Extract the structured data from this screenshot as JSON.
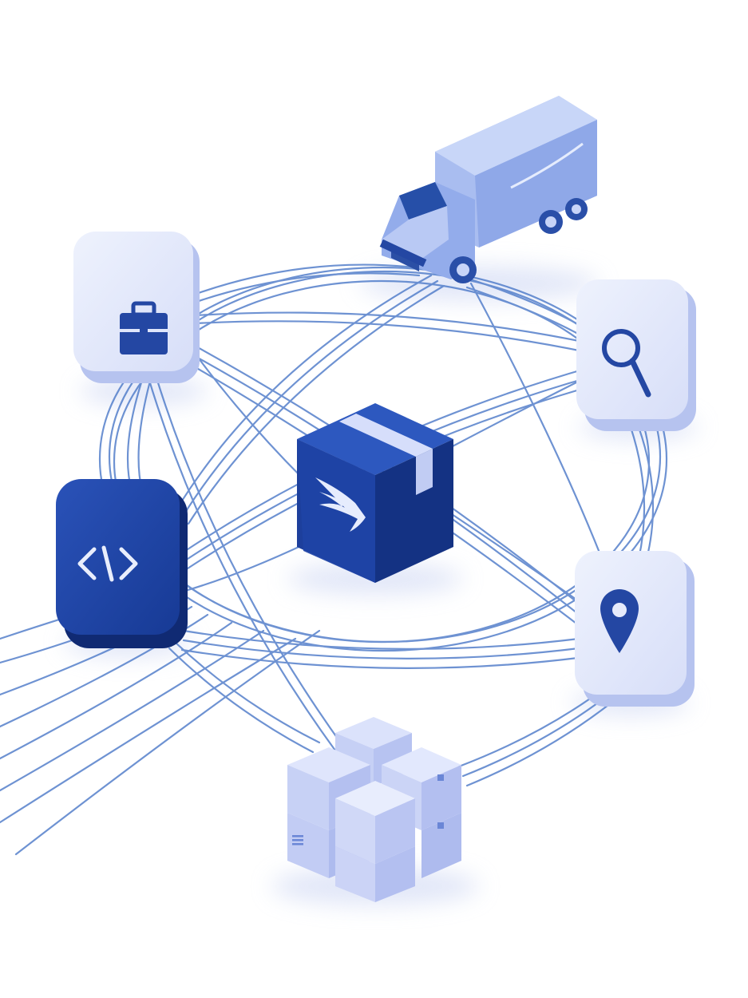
{
  "scene": {
    "background": "#ffffff",
    "link_color": "#3f6fc0",
    "palette": {
      "dark_tile": "#1d3f9c",
      "dark_tile_side": "#102a73",
      "light_tile": "#e6ebfb",
      "light_tile_side": "#b4c1ef",
      "icon_blue": "#2447a3",
      "truck_body": "#a9bdf0",
      "box_top": "#dbe2fb",
      "box_side": "#b7c3f1"
    },
    "nodes": [
      {
        "name": "briefcase-tile",
        "icon": "briefcase-icon"
      },
      {
        "name": "delivery-truck",
        "icon": "truck-icon"
      },
      {
        "name": "search-tile",
        "icon": "search-icon"
      },
      {
        "name": "code-tile",
        "icon": "code-icon"
      },
      {
        "name": "package-hub",
        "icon": "winged-package-icon"
      },
      {
        "name": "location-tile",
        "icon": "location-pin-icon"
      },
      {
        "name": "box-stack",
        "icon": "boxes-icon"
      }
    ]
  }
}
